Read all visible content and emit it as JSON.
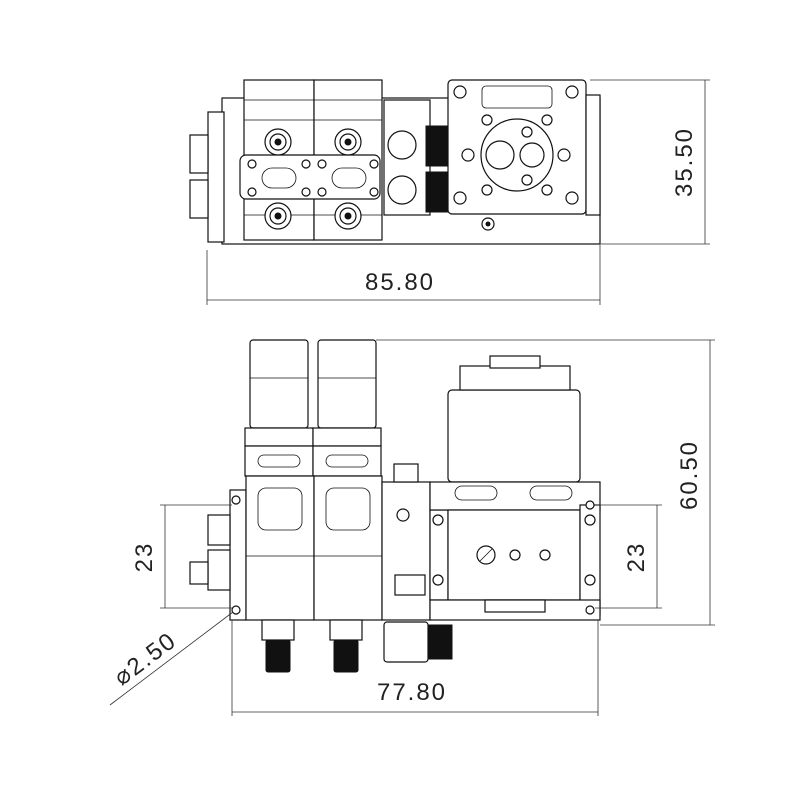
{
  "drawing": {
    "top_view": {
      "width_label": "85.80",
      "height_label": "35.50"
    },
    "front_view": {
      "height_label": "60.50",
      "width_label": "77.80",
      "left_mount_spacing_label": "23",
      "right_mount_spacing_label": "23",
      "hole_diameter_label": "⌀2.50"
    }
  }
}
